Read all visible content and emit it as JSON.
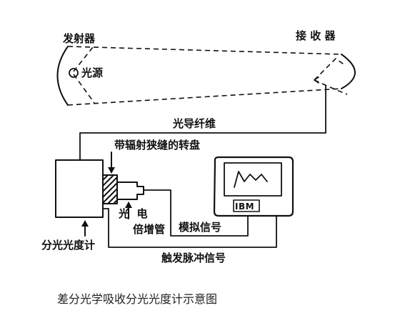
{
  "labels": {
    "emitter": "发射器",
    "receiver": "接 收 器",
    "light_source": "光源",
    "optical_fiber": "光导纤维",
    "slit_disc": "带辐射狭缝的转盘",
    "photomultiplier_line1": "光  电",
    "photomultiplier_line2": "倍增管",
    "spectrophotometer": "分光光度计",
    "analog_signal": "模拟信号",
    "trigger_signal": "触发脉冲信号",
    "computer_brand": "IBM"
  },
  "caption": "差分光学吸收分光光度计示意图"
}
